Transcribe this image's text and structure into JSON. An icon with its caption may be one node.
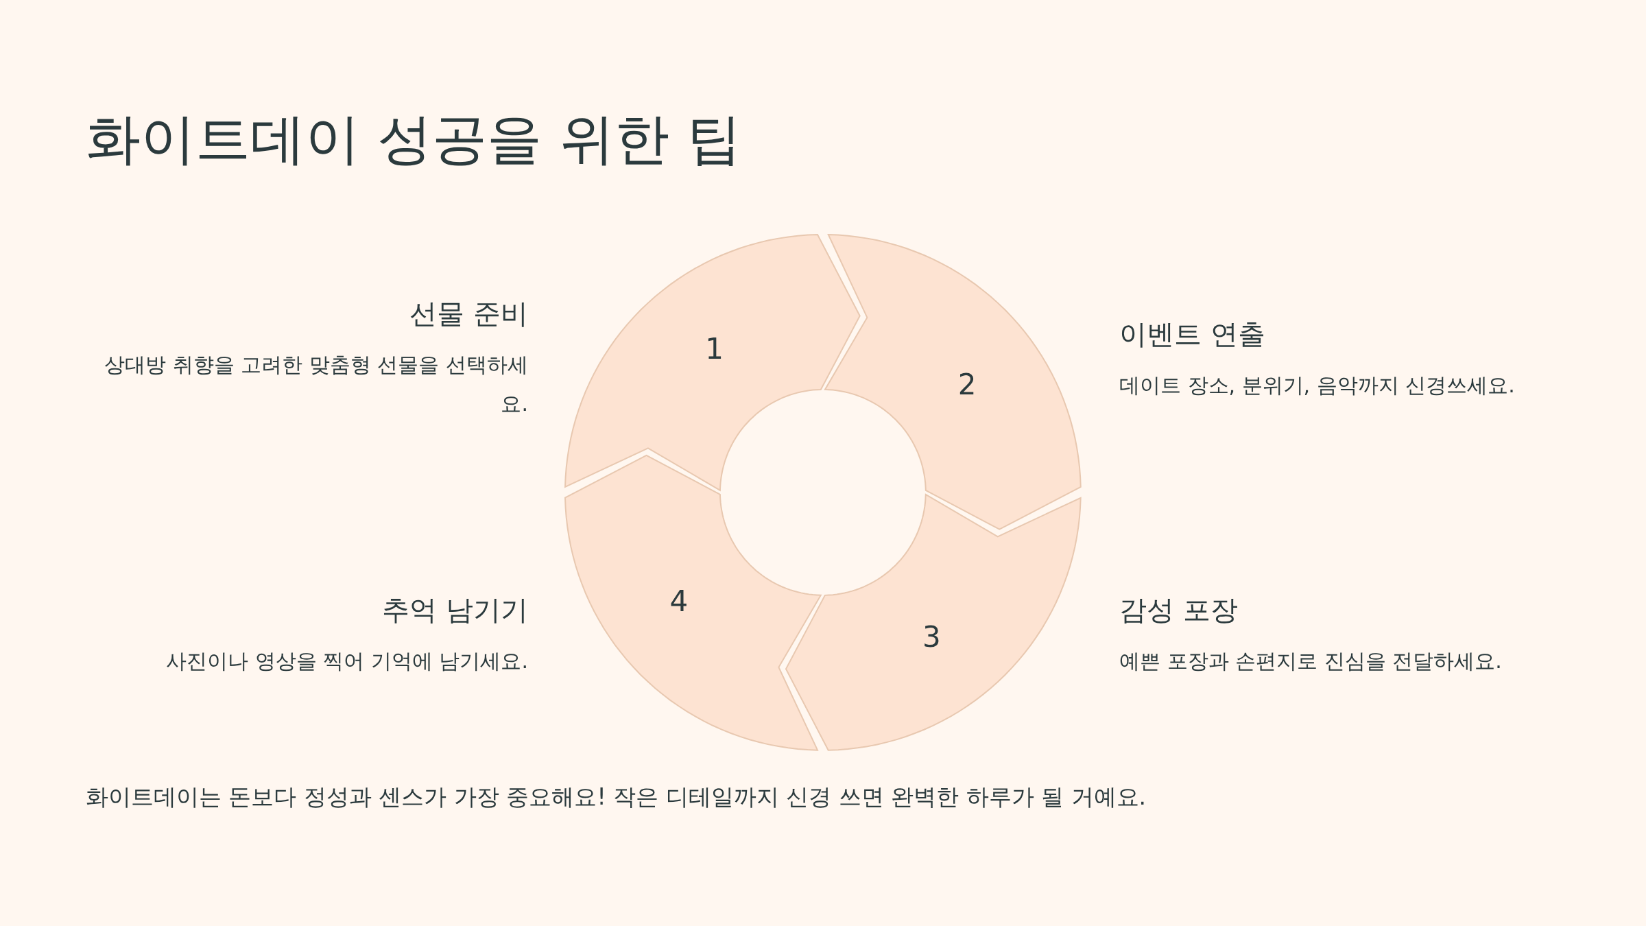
{
  "diagram": {
    "title": "화이트데이 성공을 위한 팁",
    "nodes": [
      {
        "text": [
          "1"
        ],
        "beside": [
          "선물 준비",
          "상대방 취향을 고려한 맞춤형 선물을 선택하세요."
        ]
      },
      {
        "text": [
          "2"
        ],
        "beside": [
          "이벤트 연출",
          "데이트 장소, 분위기, 음악까지 신경쓰세요."
        ]
      },
      {
        "text": [
          "3"
        ],
        "beside": [
          "감성 포장",
          "예쁜 포장과 손편지로 진심을 전달하세요."
        ]
      },
      {
        "text": [
          "4"
        ],
        "beside": [
          "추억 남기기",
          "사진이나 영상을 찍어 기억에 남기세요."
        ]
      }
    ],
    "caption": "화이트데이는 돈보다 정성과 센스가 가장 중요해요! 작은 디테일까지 신경 쓰면 완벽한 하루가 될 거예요."
  }
}
